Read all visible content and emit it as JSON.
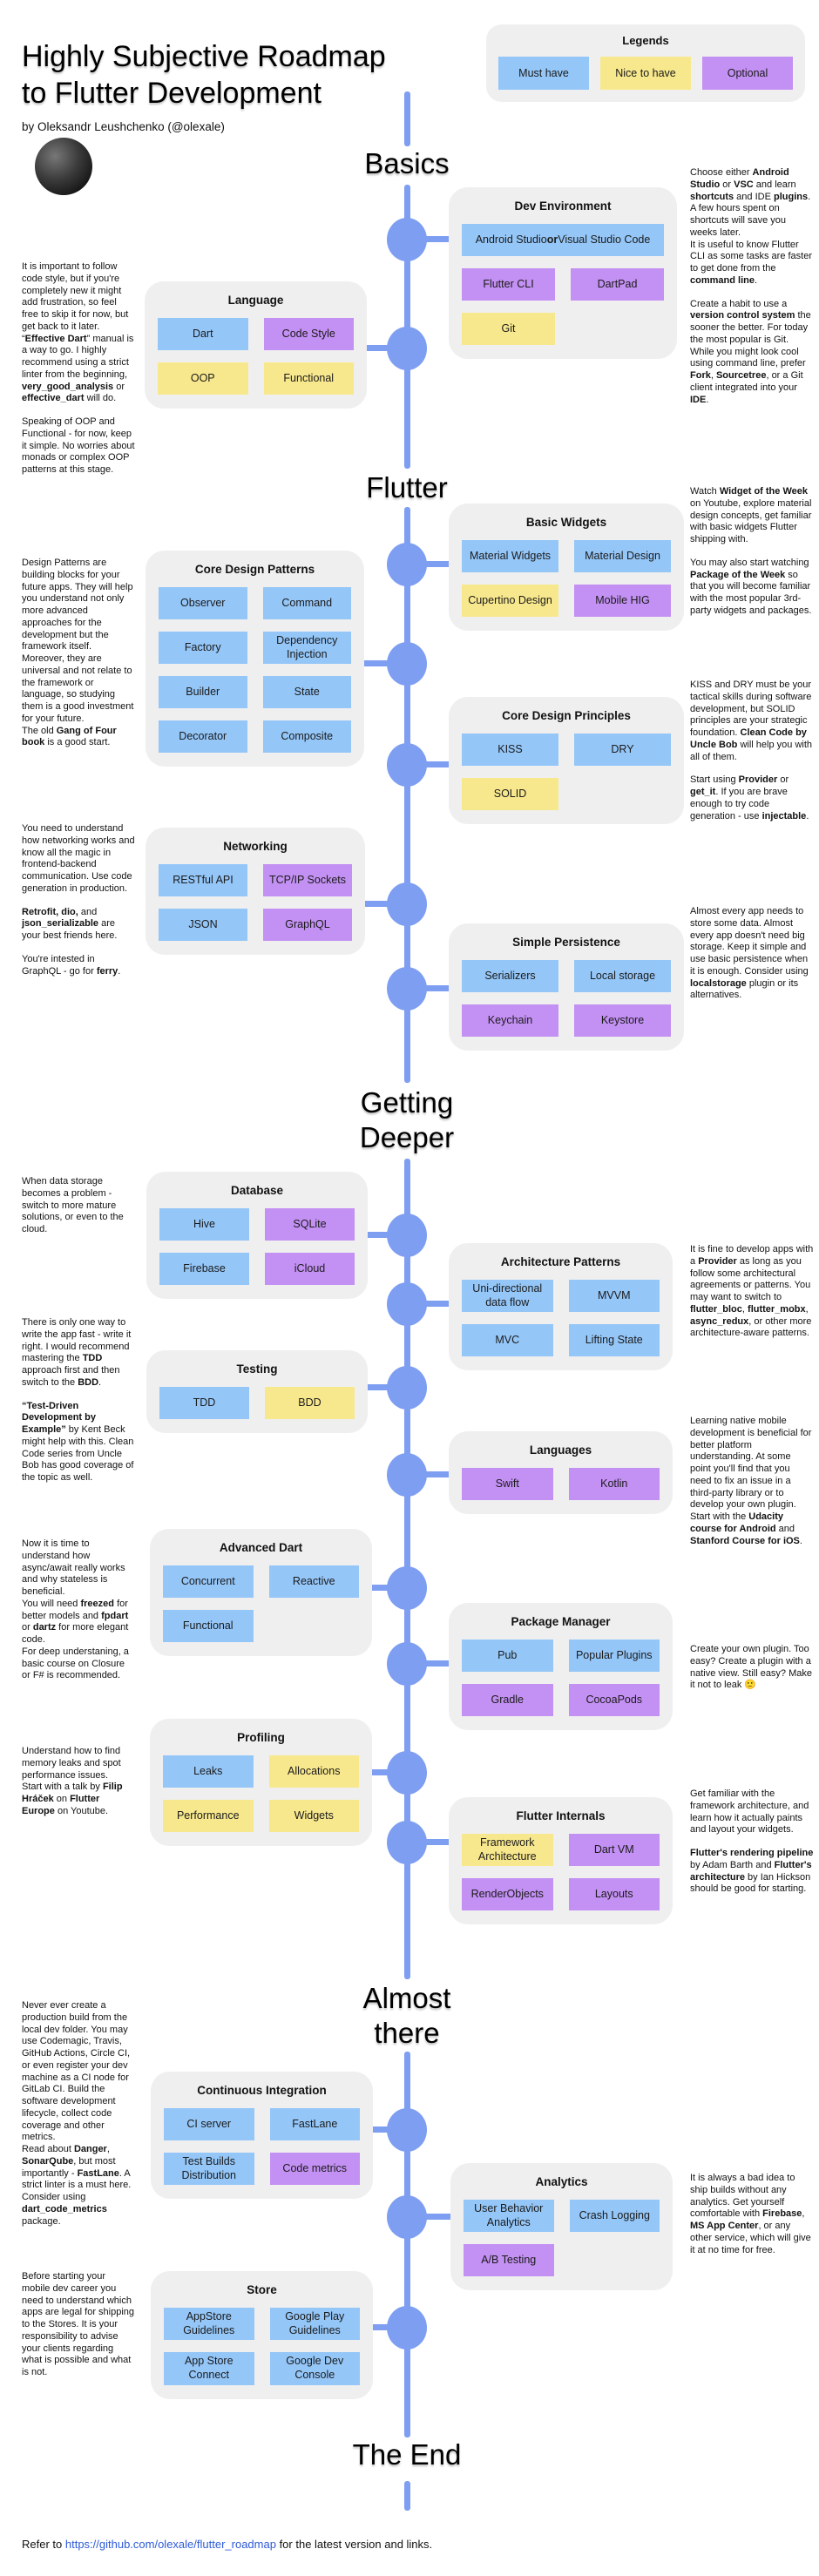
{
  "header": {
    "title_line1": "Highly Subjective Roadmap",
    "title_line2": "to Flutter Development",
    "byline": "by Oleksandr Leushchenko (@olexale)"
  },
  "legend": {
    "title": "Legends",
    "items": [
      {
        "label": "Must have",
        "color": "blue"
      },
      {
        "label": "Nice to have",
        "color": "yellow"
      },
      {
        "label": "Optional",
        "color": "purple"
      }
    ]
  },
  "colors": {
    "blue": "#94C6F8",
    "yellow": "#F8E88D",
    "purple": "#C390F3",
    "timeline": "#7E9EF2",
    "boxbg": "#EFEFEF",
    "link": "#2E5BD7"
  },
  "sections": [
    {
      "lines": [
        "Basics"
      ]
    },
    {
      "lines": [
        "Flutter"
      ]
    },
    {
      "lines": [
        "Getting",
        "Deeper"
      ]
    },
    {
      "lines": [
        "Almost",
        "there"
      ]
    },
    {
      "lines": [
        "The End"
      ]
    }
  ],
  "groups": [
    {
      "title": "Dev Environment",
      "chips": [
        {
          "label": "Android Studio **or** Visual Studio Code",
          "color": "blue",
          "full": true
        },
        {
          "label": "Flutter CLI",
          "color": "purple"
        },
        {
          "label": "DartPad",
          "color": "purple"
        },
        {
          "label": "Git",
          "color": "yellow"
        }
      ]
    },
    {
      "title": "Language",
      "chips": [
        {
          "label": "Dart",
          "color": "blue"
        },
        {
          "label": "Code Style",
          "color": "purple"
        },
        {
          "label": "OOP",
          "color": "yellow"
        },
        {
          "label": "Functional",
          "color": "yellow"
        }
      ]
    },
    {
      "title": "Basic Widgets",
      "chips": [
        {
          "label": "Material Widgets",
          "color": "blue"
        },
        {
          "label": "Material Design",
          "color": "blue"
        },
        {
          "label": "Cupertino Design",
          "color": "yellow"
        },
        {
          "label": "Mobile HIG",
          "color": "purple"
        }
      ]
    },
    {
      "title": "Core Design Patterns",
      "chips": [
        {
          "label": "Observer",
          "color": "blue"
        },
        {
          "label": "Command",
          "color": "blue"
        },
        {
          "label": "Factory",
          "color": "blue"
        },
        {
          "label": "Dependency Injection",
          "color": "blue"
        },
        {
          "label": "Builder",
          "color": "blue"
        },
        {
          "label": "State",
          "color": "blue"
        },
        {
          "label": "Decorator",
          "color": "blue"
        },
        {
          "label": "Composite",
          "color": "blue"
        }
      ]
    },
    {
      "title": "Core Design Principles",
      "chips": [
        {
          "label": "KISS",
          "color": "blue"
        },
        {
          "label": "DRY",
          "color": "blue"
        },
        {
          "label": "SOLID",
          "color": "yellow"
        }
      ]
    },
    {
      "title": "Networking",
      "chips": [
        {
          "label": "RESTful API",
          "color": "blue"
        },
        {
          "label": "TCP/IP Sockets",
          "color": "purple"
        },
        {
          "label": "JSON",
          "color": "blue"
        },
        {
          "label": "GraphQL",
          "color": "purple"
        }
      ]
    },
    {
      "title": "Simple Persistence",
      "chips": [
        {
          "label": "Serializers",
          "color": "blue"
        },
        {
          "label": "Local storage",
          "color": "blue"
        },
        {
          "label": "Keychain",
          "color": "purple"
        },
        {
          "label": "Keystore",
          "color": "purple"
        }
      ]
    },
    {
      "title": "Database",
      "chips": [
        {
          "label": "Hive",
          "color": "blue"
        },
        {
          "label": "SQLite",
          "color": "purple"
        },
        {
          "label": "Firebase",
          "color": "blue"
        },
        {
          "label": "iCloud",
          "color": "purple"
        }
      ]
    },
    {
      "title": "Architecture Patterns",
      "chips": [
        {
          "label": "Uni-directional data flow",
          "color": "blue"
        },
        {
          "label": "MVVM",
          "color": "blue"
        },
        {
          "label": "MVC",
          "color": "blue"
        },
        {
          "label": "Lifting State",
          "color": "blue"
        }
      ]
    },
    {
      "title": "Testing",
      "chips": [
        {
          "label": "TDD",
          "color": "blue"
        },
        {
          "label": "BDD",
          "color": "yellow"
        }
      ]
    },
    {
      "title": "Languages",
      "chips": [
        {
          "label": "Swift",
          "color": "purple"
        },
        {
          "label": "Kotlin",
          "color": "purple"
        }
      ]
    },
    {
      "title": "Advanced Dart",
      "chips": [
        {
          "label": "Concurrent",
          "color": "blue"
        },
        {
          "label": "Reactive",
          "color": "blue"
        },
        {
          "label": "Functional",
          "color": "blue"
        }
      ]
    },
    {
      "title": "Package Manager",
      "chips": [
        {
          "label": "Pub",
          "color": "blue"
        },
        {
          "label": "Popular Plugins",
          "color": "blue"
        },
        {
          "label": "Gradle",
          "color": "purple"
        },
        {
          "label": "CocoaPods",
          "color": "purple"
        }
      ]
    },
    {
      "title": "Profiling",
      "chips": [
        {
          "label": "Leaks",
          "color": "blue"
        },
        {
          "label": "Allocations",
          "color": "yellow"
        },
        {
          "label": "Performance",
          "color": "yellow"
        },
        {
          "label": "Widgets",
          "color": "yellow"
        }
      ]
    },
    {
      "title": "Flutter Internals",
      "chips": [
        {
          "label": "Framework Architecture",
          "color": "yellow"
        },
        {
          "label": "Dart VM",
          "color": "purple"
        },
        {
          "label": "RenderObjects",
          "color": "purple"
        },
        {
          "label": "Layouts",
          "color": "purple"
        }
      ]
    },
    {
      "title": "Continuous Integration",
      "chips": [
        {
          "label": "CI server",
          "color": "blue"
        },
        {
          "label": "FastLane",
          "color": "blue"
        },
        {
          "label": "Test Builds Distribution",
          "color": "blue"
        },
        {
          "label": "Code metrics",
          "color": "purple"
        }
      ]
    },
    {
      "title": "Analytics",
      "chips": [
        {
          "label": "User Behavior Analytics",
          "color": "blue"
        },
        {
          "label": "Crash Logging",
          "color": "blue"
        },
        {
          "label": "A/B Testing",
          "color": "purple"
        }
      ]
    },
    {
      "title": "Store",
      "chips": [
        {
          "label": "AppStore Guidelines",
          "color": "blue"
        },
        {
          "label": "Google Play Guidelines",
          "color": "blue"
        },
        {
          "label": "App Store Connect",
          "color": "blue"
        },
        {
          "label": "Google Dev Console",
          "color": "blue"
        }
      ]
    }
  ],
  "notes": [
    {
      "paragraphs": [
        "It is important to follow code style, but if you're completely new it might add frustration, so feel free to skip it for now, but get back to it later. “**Effective Dart**” manual is a way to go. I highly recommend using a strict linter from the beginning, **very_good_analysis** or **effective_dart** will do.",
        "Speaking of OOP and Functional - for now, keep it simple. No worries about monads or complex OOP patterns at this stage."
      ]
    },
    {
      "paragraphs": [
        "Choose either **Android Studio** or **VSC** and learn **shortcuts** and IDE **plugins**. A few hours spent on shortcuts will save you weeks later.\nIt is useful to know Flutter CLI as some tasks are faster to get done from the **command line**.",
        "Create a habit to use a **version control system** the sooner the better. For today the most popular is Git. While you might look cool using command line, prefer **Fork**, **Sourcetree**, or a Git client integrated into your **IDE**."
      ]
    },
    {
      "paragraphs": [
        "Design Patterns are building blocks for your future apps. They will help you understand not only more advanced approaches for the development but the framework itself. Moreover, they are universal and not relate to the framework or language, so studying them is a good investment for your future.\nThe old **Gang of Four book** is a good start."
      ]
    },
    {
      "paragraphs": [
        "Watch **Widget of the Week** on Youtube, explore material design concepts, get familiar with basic widgets Flutter shipping with.",
        "You may also start watching **Package of the Week** so that you will become familiar with the most popular 3rd-party widgets and packages."
      ]
    },
    {
      "paragraphs": [
        "KISS and DRY must be your tactical skills during software development, but SOLID principles are your strategic foundation. **Clean Code by Uncle Bob** will help you with all of them.",
        "Start using **Provider** or **get_it**. If you are brave enough to try code generation - use **injectable**."
      ]
    },
    {
      "paragraphs": [
        "You need to understand how networking works and know all the magic in frontend-backend communication. Use code generation in production.",
        "**Retrofit, dio,** and **json_serializable** are your best friends here.",
        "You're intested in GraphQL - go for **ferry**."
      ]
    },
    {
      "paragraphs": [
        "Almost every app needs to store some data. Almost every app doesn't need big storage. Keep it simple and use basic persistence when it is enough. Consider using **localstorage** plugin or its alternatives."
      ]
    },
    {
      "paragraphs": [
        "When data storage becomes a problem - switch to more mature solutions, or even to the cloud."
      ]
    },
    {
      "paragraphs": [
        "It is fine to develop apps with a **Provider** as long as you follow some architectural agreements or patterns. You may want to switch to **flutter_bloc**, **flutter_mobx**, **async_redux**, or other more architecture-aware patterns."
      ]
    },
    {
      "paragraphs": [
        "There is only one way to write the app fast - write it right. I would recommend mastering the **TDD** approach first and then switch to the **BDD**.",
        "**“Test-Driven Development by Example”** by Kent Beck might help with this. Clean Code series from Uncle Bob has good coverage of the topic as well."
      ]
    },
    {
      "paragraphs": [
        "Learning native mobile development is beneficial for better platform understanding. At some point you'll find that you need to fix an issue in a third-party library or to develop your own plugin. Start with the **Udacity course for Android** and **Stanford Course for iOS**."
      ]
    },
    {
      "paragraphs": [
        "Now it is time to understand how async/await really works and why stateless is beneficial.\nYou will need **freezed** for better models and **fpdart** or **dartz** for more elegant code.\nFor deep understaning, a basic course on Closure or F# is recommended."
      ]
    },
    {
      "paragraphs": [
        "Create your own plugin. Too easy? Create a plugin with a native view. Still easy? Make it not to leak 🙂"
      ]
    },
    {
      "paragraphs": [
        "Understand how to find memory leaks and spot performance issues.\nStart with a talk by **Filip Hráček** on **Flutter Europe** on Youtube."
      ]
    },
    {
      "paragraphs": [
        "Get familiar with the framework architecture, and learn how it actually paints and layout your widgets.",
        "**Flutter's rendering pipeline** by Adam Barth and **Flutter's architecture** by Ian Hickson should be good for starting."
      ]
    },
    {
      "paragraphs": [
        "Never ever create a production build from the local dev folder. You may use Codemagic, Travis, GitHub Actions, Circle CI, or even register your dev machine as a CI node for GitLab CI. Build the software development lifecycle, collect code coverage and other metrics.\nRead about **Danger**, **SonarQube**, but most importantly - **FastLane**. A strict linter is a must here. Consider using **dart_code_metrics** package."
      ]
    },
    {
      "paragraphs": [
        "It is always a bad idea to ship builds without any analytics. Get yourself comfortable with **Firebase**, **MS App Center**, or any other service, which will give it at no time for free."
      ]
    },
    {
      "paragraphs": [
        "Before starting your mobile dev career you need to understand which apps are legal for shipping to the Stores. It is your responsibility to advise your clients regarding what is possible and what is not."
      ]
    }
  ],
  "footer": {
    "prefix": "Refer to ",
    "link": "https://github.com/olexale/flutter_roadmap",
    "suffix": " for the latest version and links."
  }
}
